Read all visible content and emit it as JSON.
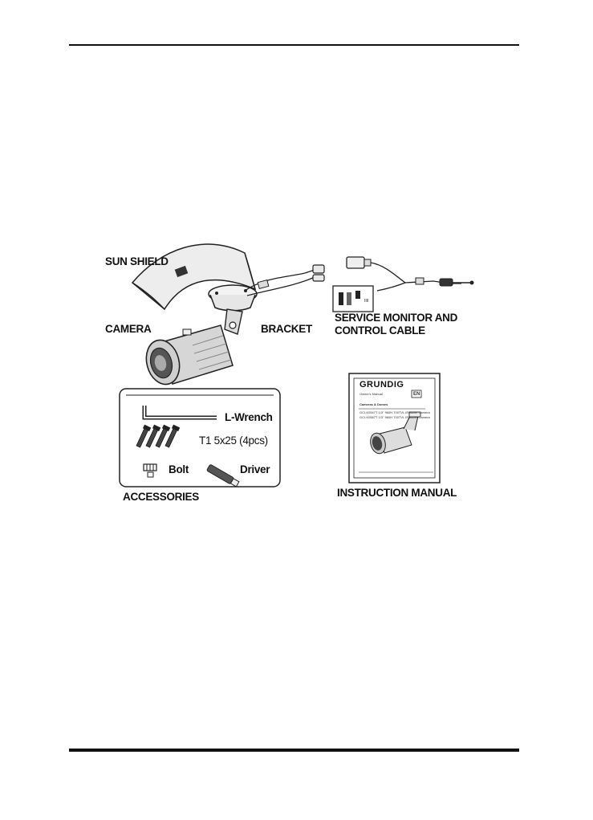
{
  "labels": {
    "sun_shield": "SUN SHIELD",
    "camera": "CAMERA",
    "bracket": "BRACKET",
    "service_line1": "SERVICE MONITOR AND",
    "service_line2": "CONTROL CABLE",
    "l_wrench": "L-Wrench",
    "screws": "T1 5x25 (4pcs)",
    "bolt": "Bolt",
    "driver": "Driver",
    "accessories": "ACCESSORIES",
    "instruction_manual": "INSTRUCTION MANUAL"
  },
  "manual_cover": {
    "brand": "GRUNDIG",
    "lang_badge": "EN",
    "subtitle": "Owner's Manual",
    "section": "Cameras & Domes",
    "line1": "GCI-K0547T 1/3\" 960H 700TVL IR Bullet Camera",
    "line2": "GCI-K0587T 1/3\" 960H 700TVL IR Bullet Camera"
  },
  "icons": {
    "sun_shield": "sun-shield-illustration",
    "camera": "bullet-camera-illustration",
    "bracket": "bracket-illustration",
    "cable": "service-cable-illustration",
    "l_wrench": "l-wrench-illustration",
    "screws": "screw-illustration",
    "bolt": "bolt-illustration",
    "driver": "driver-illustration"
  }
}
